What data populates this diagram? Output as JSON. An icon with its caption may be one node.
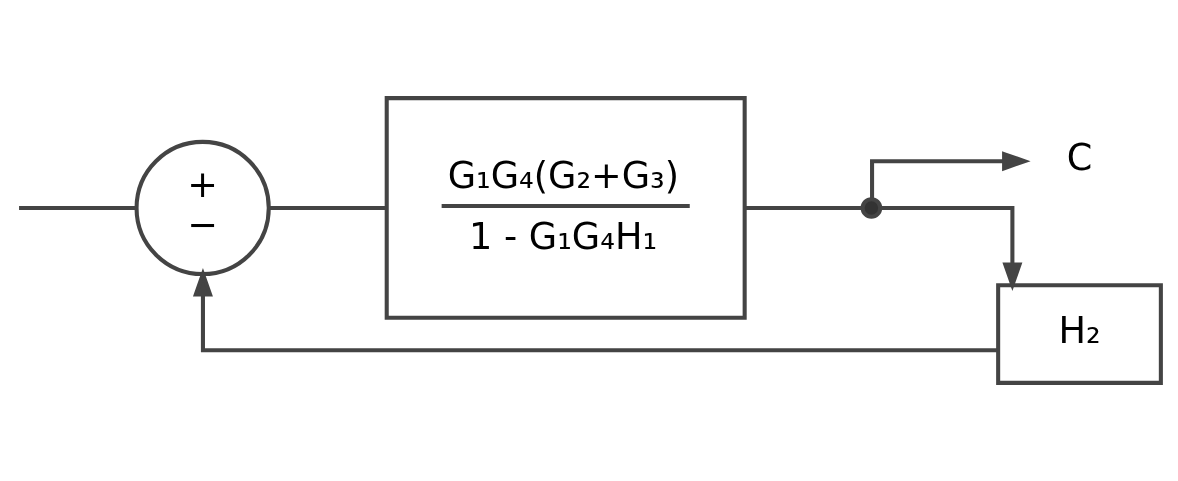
{
  "diagram": {
    "nodes": [
      {
        "text": [
          "+",
          "−"
        ]
      },
      {
        "text": [
          "G₁G₄(G₂+G₃)",
          "1 - G₁G₄H₁"
        ]
      },
      {
        "text": [],
        "shape": "dot"
      },
      {
        "text": [
          "C"
        ]
      },
      {
        "text": [
          "H₂"
        ]
      }
    ],
    "edges": [
      {
        "from": null,
        "to": 0,
        "arrow": "none"
      },
      {
        "from": 0,
        "to": 1,
        "arrow": "none"
      },
      {
        "from": 1,
        "to": 2,
        "arrow": "none"
      },
      {
        "from": 2,
        "to": 3,
        "arrow": "to"
      },
      {
        "from": 2,
        "to": 4,
        "arrow": "to"
      },
      {
        "from": 4,
        "to": 0,
        "arrow": "to"
      }
    ]
  }
}
